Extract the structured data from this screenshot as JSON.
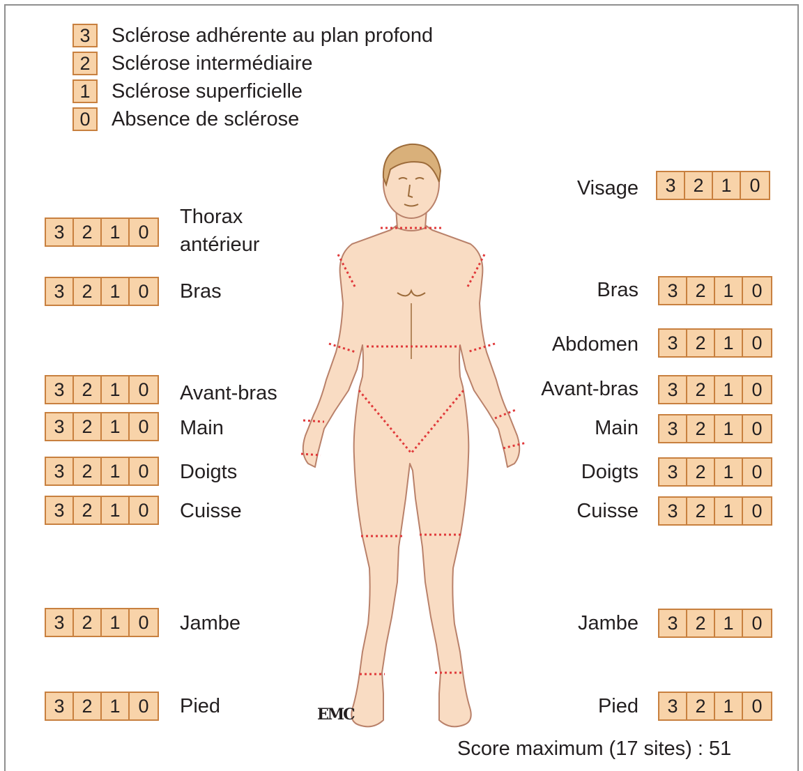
{
  "legend": [
    {
      "score": "3",
      "text": "Sclérose adhérente au plan profond"
    },
    {
      "score": "2",
      "text": "Sclérose intermédiaire"
    },
    {
      "score": "1",
      "text": "Sclérose superficielle"
    },
    {
      "score": "0",
      "text": "Absence de sclérose"
    }
  ],
  "score_values": [
    "3",
    "2",
    "1",
    "0"
  ],
  "left_sites": {
    "thorax_line1": "Thorax",
    "thorax_line2": "antérieur",
    "bras": "Bras",
    "avant_bras": "Avant-bras",
    "main": "Main",
    "doigts": "Doigts",
    "cuisse": "Cuisse",
    "jambe": "Jambe",
    "pied": "Pied"
  },
  "right_sites": {
    "visage": "Visage",
    "bras": "Bras",
    "abdomen": "Abdomen",
    "avant_bras": "Avant-bras",
    "main": "Main",
    "doigts": "Doigts",
    "cuisse": "Cuisse",
    "jambe": "Jambe",
    "pied": "Pied"
  },
  "total": "Score maximum (17 sites) : 51",
  "logo": "EMC",
  "colors": {
    "box_fill": "#f8d3a9",
    "box_border": "#c8803f",
    "skin": "#f9dcc3",
    "outline": "#b9816a",
    "dotted_line": "#e0393a"
  }
}
